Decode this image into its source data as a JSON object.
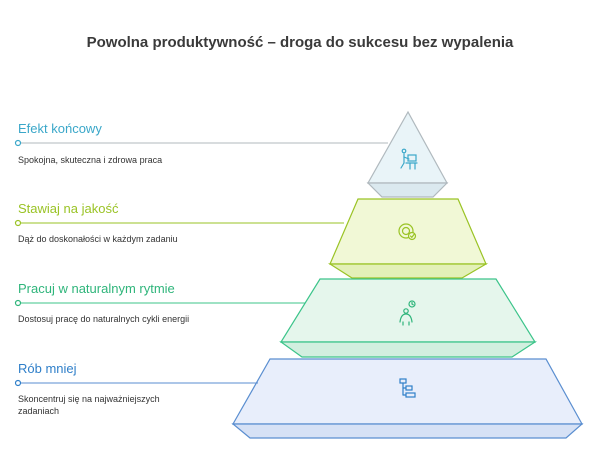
{
  "title": "Powolna produktywność – droga do sukcesu bez wypalenia",
  "levels": [
    {
      "title": "Efekt końcowy",
      "description": "Spokojna, skuteczna i zdrowa praca",
      "icon": "person-at-desk-icon",
      "color": "#3aa7c9",
      "fill": "#e9f4f8",
      "stroke": "#b0b9be"
    },
    {
      "title": "Stawiaj na jakość",
      "description": "Dąż do doskonałości w każdym zadaniu",
      "icon": "target-check-icon",
      "color": "#9ac325",
      "fill": "#f1f8d6",
      "stroke": "#9ac325"
    },
    {
      "title": "Pracuj w naturalnym rytmie",
      "description": "Dostosuj pracę do naturalnych cykli energii",
      "icon": "person-clock-icon",
      "color": "#2fb57b",
      "fill": "#e5f6ec",
      "stroke": "#3cc48a"
    },
    {
      "title": "Rób mniej",
      "description": "Skoncentruj się na najważniejszych zadaniach",
      "icon": "task-list-icon",
      "color": "#2f7fc9",
      "fill": "#e8eefb",
      "stroke": "#5a8ed0"
    }
  ]
}
